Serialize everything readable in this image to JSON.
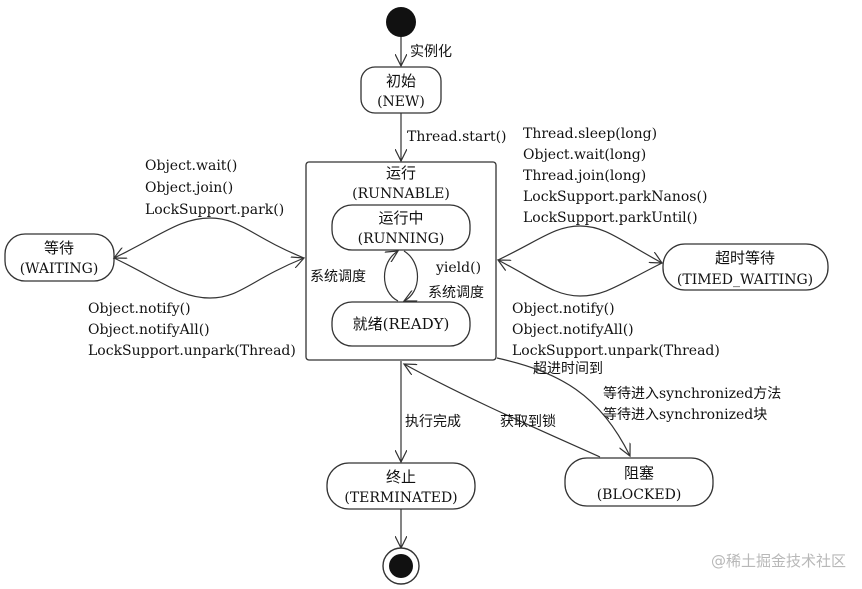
{
  "states": {
    "new": {
      "title": "初始",
      "subtitle": "(NEW)"
    },
    "runnable": {
      "title": "运行",
      "subtitle": "(RUNNABLE)"
    },
    "running": {
      "title": "运行中",
      "subtitle": "(RUNNING)"
    },
    "ready": {
      "title": "就绪(READY)"
    },
    "waiting": {
      "title": "等待",
      "subtitle": "(WAITING)"
    },
    "timed_waiting": {
      "title": "超时等待",
      "subtitle": "(TIMED_WAITING)"
    },
    "terminated": {
      "title": "终止",
      "subtitle": "(TERMINATED)"
    },
    "blocked": {
      "title": "阻塞",
      "subtitle": "(BLOCKED)"
    }
  },
  "labels": {
    "instantiate": "实例化",
    "thread_start": "Thread.start()",
    "to_waiting": [
      "Object.wait()",
      "Object.join()",
      "LockSupport.park()"
    ],
    "from_waiting": [
      "Object.notify()",
      "Object.notifyAll()",
      "LockSupport.unpark(Thread)"
    ],
    "to_timed_waiting": [
      "Thread.sleep(long)",
      "Object.wait(long)",
      "Thread.join(long)",
      "LockSupport.parkNanos()",
      "LockSupport.parkUntil()"
    ],
    "from_timed_waiting": [
      "Object.notify()",
      "Object.notifyAll()",
      "LockSupport.unpark(Thread)",
      "超进时间到"
    ],
    "schedule_left": "系统调度",
    "yield": "yield()",
    "schedule_right": "系统调度",
    "complete": "执行完成",
    "acquire_lock": "获取到锁",
    "to_blocked": [
      "等待进入synchronized方法",
      "等待进入synchronized块"
    ]
  },
  "watermark": "@稀土掘金技术社区"
}
